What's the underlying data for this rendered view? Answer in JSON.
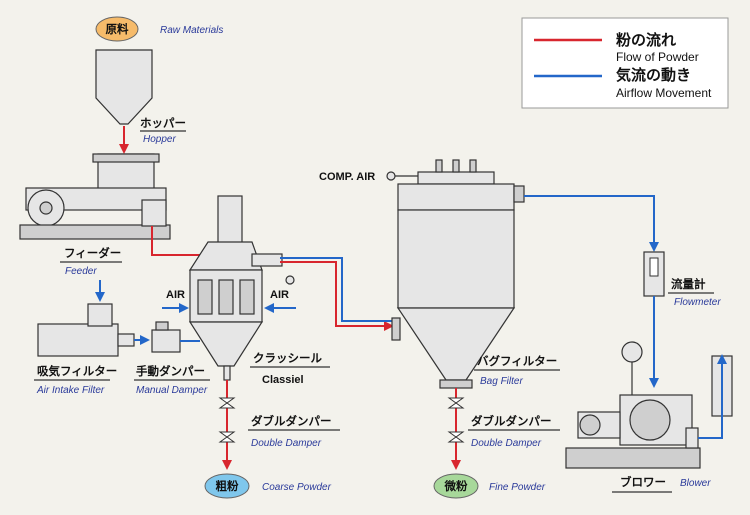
{
  "colors": {
    "powder": "#d8262e",
    "airflow": "#2367c9",
    "pill_orange": "#f6bb6a",
    "pill_blue": "#7fc7ec",
    "pill_green": "#a7d89a"
  },
  "legend": {
    "powder_jp": "粉の流れ",
    "powder_en": "Flow of Powder",
    "air_jp": "気流の動き",
    "air_en": "Airflow Movement"
  },
  "raw_materials": {
    "jp": "原料",
    "en": "Raw Materials"
  },
  "hopper": {
    "jp": "ホッパー",
    "en": "Hopper"
  },
  "feeder": {
    "jp": "フィーダー",
    "en": "Feeder"
  },
  "air_intake": {
    "jp": "吸気フィルター",
    "en": "Air Intake Filter"
  },
  "manual_damper": {
    "jp": "手動ダンパー",
    "en": "Manual Damper"
  },
  "classiel": {
    "jp": "クラッシール",
    "en": "Classiel"
  },
  "air_left": "AIR",
  "air_right": "AIR",
  "comp_air": "COMP. AIR",
  "double_damper_1": {
    "jp": "ダブルダンパー",
    "en": "Double Damper"
  },
  "double_damper_2": {
    "jp": "ダブルダンパー",
    "en": "Double Damper"
  },
  "coarse": {
    "jp": "粗粉",
    "en": "Coarse Powder"
  },
  "fine": {
    "jp": "微粉",
    "en": "Fine Powder"
  },
  "bag_filter": {
    "jp": "バグフィルター",
    "en": "Bag Filter"
  },
  "flowmeter": {
    "jp": "流量計",
    "en": "Flowmeter"
  },
  "blower": {
    "jp": "ブロワー",
    "en": "Blower"
  }
}
